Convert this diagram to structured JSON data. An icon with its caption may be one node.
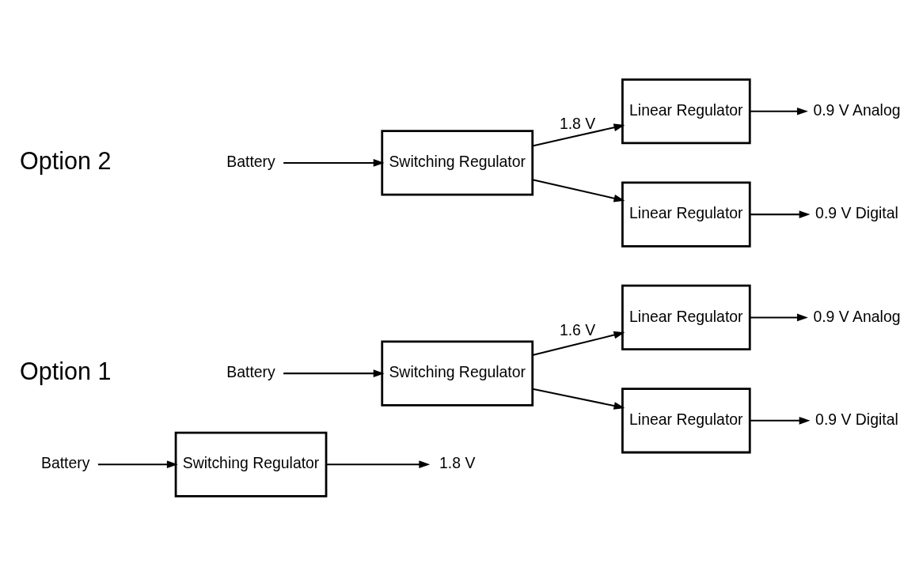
{
  "diagram": {
    "nodes": [
      {
        "text": [
          "Battery"
        ]
      },
      {
        "text": [
          "Switching Regulator"
        ]
      },
      {
        "text": [
          "1.8 V"
        ]
      },
      {
        "text": [
          "Battery"
        ]
      },
      {
        "text": [
          "Switching Regulator"
        ]
      },
      {
        "text": [
          "Linear Regulator"
        ]
      },
      {
        "text": [
          "0.9 V Analog"
        ]
      },
      {
        "text": [
          "Linear Regulator"
        ]
      },
      {
        "text": [
          "0.9 V Digital"
        ]
      },
      {
        "text": [
          "Battery"
        ]
      },
      {
        "text": [
          "Switching Regulator"
        ]
      },
      {
        "text": [
          "Linear Regulator"
        ]
      },
      {
        "text": [
          "0.9 V Analog"
        ]
      },
      {
        "text": [
          "Linear Regulator"
        ]
      },
      {
        "text": [
          "0.9 V Digital"
        ]
      }
    ],
    "edges": [
      {
        "from": 0,
        "to": 1,
        "arrow": "to"
      },
      {
        "from": 1,
        "to": 2,
        "arrow": "to"
      },
      {
        "from": 3,
        "to": 4,
        "arrow": "to"
      },
      {
        "from": 4,
        "to": 5,
        "arrow": "to",
        "label": "1.6 V"
      },
      {
        "from": 4,
        "to": 7,
        "arrow": "to"
      },
      {
        "from": 5,
        "to": 6,
        "arrow": "to"
      },
      {
        "from": 7,
        "to": 8,
        "arrow": "to"
      },
      {
        "from": 9,
        "to": 10,
        "arrow": "to"
      },
      {
        "from": 10,
        "to": 11,
        "arrow": "to",
        "label": "1.8 V"
      },
      {
        "from": 10,
        "to": 13,
        "arrow": "to"
      },
      {
        "from": 11,
        "to": 12,
        "arrow": "to"
      },
      {
        "from": 13,
        "to": 14,
        "arrow": "to"
      }
    ],
    "labels": [
      "Option 1",
      "Option 2"
    ]
  }
}
